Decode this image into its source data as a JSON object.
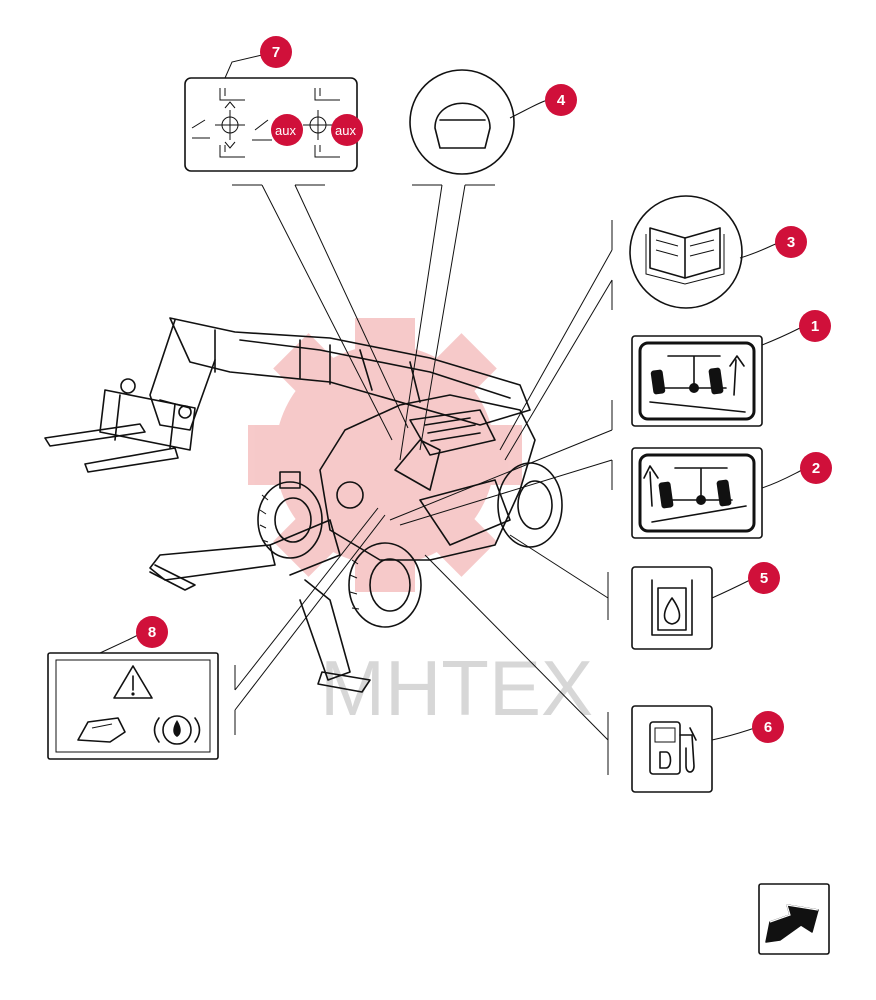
{
  "diagram": {
    "callouts": [
      {
        "id": "callout-1",
        "number": "1"
      },
      {
        "id": "callout-2",
        "number": "2"
      },
      {
        "id": "callout-3",
        "number": "3"
      },
      {
        "id": "callout-4",
        "number": "4"
      },
      {
        "id": "callout-5",
        "number": "5"
      },
      {
        "id": "callout-6",
        "number": "6"
      },
      {
        "id": "callout-7",
        "number": "7"
      },
      {
        "id": "callout-8",
        "number": "8"
      }
    ],
    "decal_7": {
      "aux_label_1": "aux",
      "aux_label_2": "aux"
    },
    "watermark_text": "MHTEX",
    "colors": {
      "callout": "#d0103a",
      "watermark": "#f4b8b8",
      "ink": "#111111"
    },
    "icons": [
      "telehandler-illustration",
      "hardhat-icon",
      "manual-book-icon",
      "steering-mode-icon",
      "hydraulic-oil-icon",
      "diesel-fuel-icon",
      "warning-triangle-icon",
      "brake-warning-icon",
      "joystick-controls-icon",
      "next-page-arrow-icon"
    ]
  }
}
